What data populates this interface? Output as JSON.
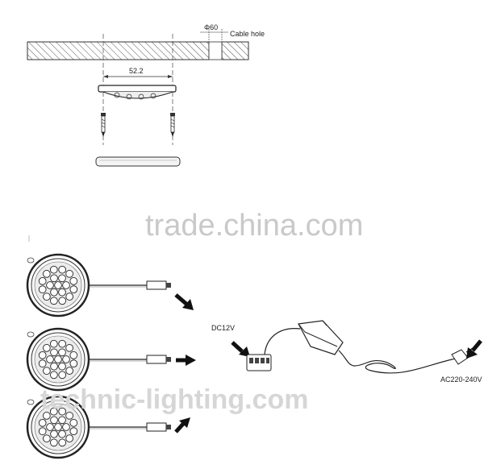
{
  "dimensions": {
    "diameter_label": "Φ60",
    "cable_hole_label": "Cable hole",
    "width_label": "52.2"
  },
  "wiring": {
    "dc_label": "DC12V",
    "ac_label": "AC220-240V",
    "light_count": 3,
    "leds_per_light": 19
  },
  "watermarks": {
    "top": "trade.china.com",
    "bottom": "technic-lighting.com"
  },
  "colors": {
    "line": "#222222",
    "hatch": "#555555",
    "arrow": "#111111",
    "watermark": "#c9c9c9"
  }
}
